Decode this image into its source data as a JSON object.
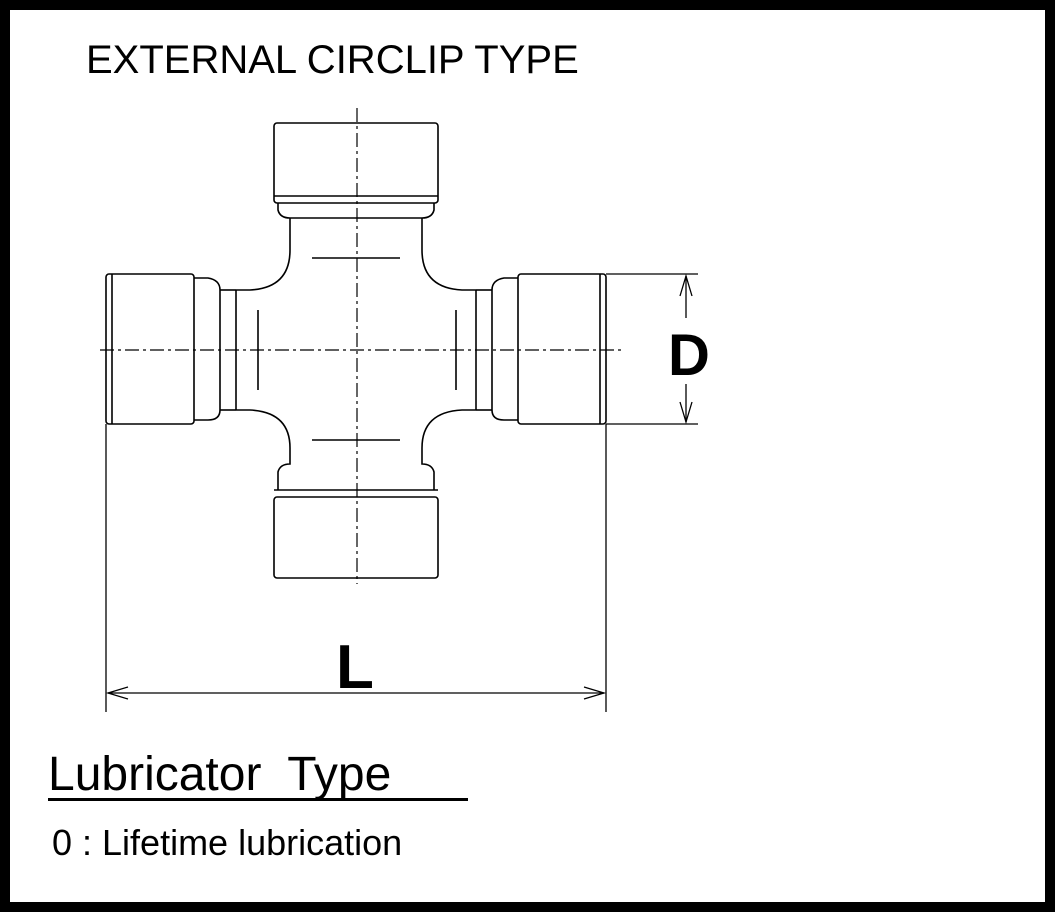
{
  "title": "EXTERNAL CIRCLIP TYPE",
  "dimensions": {
    "length_label": "L",
    "diameter_label": "D"
  },
  "lubricator": {
    "heading": "Lubricator  Type",
    "items": [
      {
        "code": "0",
        "separator": " : ",
        "description": "Lifetime lubrication",
        "text": "0 : Lifetime lubrication"
      }
    ]
  },
  "colors": {
    "line": "#000000",
    "background": "#ffffff"
  }
}
